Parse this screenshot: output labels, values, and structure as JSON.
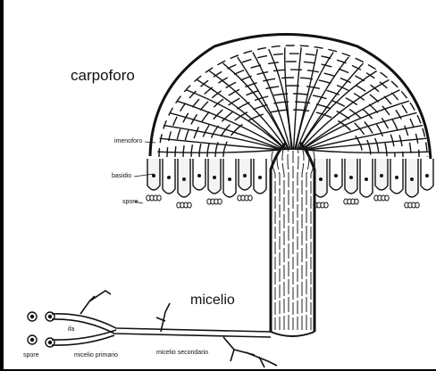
{
  "labels": {
    "carpoforo": "carpoforo",
    "imenoforo": "imenoforo",
    "basidio": "basidio",
    "spore_top": "spore",
    "micelio": "micelio",
    "ifa": "ifa",
    "spore_bottom": "spore",
    "micelio_primario": "micelio primario",
    "micelio_secondario": "micelio secondario"
  },
  "colors": {
    "ink": "#111111",
    "background": "#ffffff"
  }
}
